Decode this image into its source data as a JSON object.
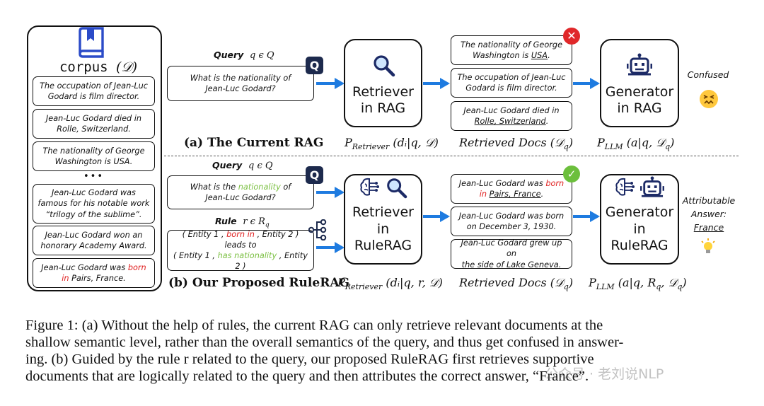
{
  "corpus": {
    "title": "corpus",
    "title_math": "(𝒟)",
    "docs": [
      [
        "The occupation of Jean-Luc",
        "Godard is film director."
      ],
      [
        "Jean-Luc Godard died in",
        "Rolle, Switzerland."
      ],
      [
        "The nationality of George",
        "Washington is USA."
      ],
      [
        "Jean-Luc Godard was",
        "famous for his notable work",
        "“trilogy of the sublime”."
      ],
      [
        "Jean-Luc Godard won an",
        "honorary Academy Award."
      ]
    ],
    "ellipsis": "•••",
    "last_doc": {
      "pre": "Jean-Luc Godard was ",
      "red1": "born",
      "br": "in",
      "post": " Pairs, France."
    }
  },
  "top": {
    "query_label": "Query",
    "query_math": "q ϵ Q",
    "query_text": [
      "What is the nationality of",
      "Jean-Luc Godard?"
    ],
    "retriever": "Retriever in RAG",
    "retrieved": {
      "d1": {
        "a": "The nationality of George",
        "b": "Washington is ",
        "u": "USA",
        "c": "."
      },
      "d2": [
        "The occupation of Jean-Luc",
        "Godard is film director."
      ],
      "d3": {
        "a": "Jean-Luc Godard died in",
        "u": "Rolle, Switzerland",
        "c": "."
      }
    },
    "generator": "Generator in RAG",
    "outcome": "Confused",
    "section_label": "(a) The Current RAG",
    "p_retriever": {
      "P": "P",
      "sub": "Retriever",
      "args": "(dᵢ|q, 𝒟)"
    },
    "retrieved_label": {
      "text": "Retrieved Docs",
      "math": "(𝒟",
      "sub": "q",
      "close": ")"
    },
    "p_llm": {
      "P": "P",
      "sub": "LLM",
      "args": "(a|q, 𝒟",
      "sub2": "q",
      "close": ")"
    }
  },
  "bottom": {
    "query_label": "Query",
    "query_math": "q ϵ Q",
    "query_text": {
      "a": "What is the ",
      "g": "nationality",
      "b": " of",
      "c": "Jean-Luc Godard?"
    },
    "rule_label": "Rule",
    "rule_math": "r ϵ R",
    "rule_math_sub": "q",
    "rule_text": {
      "l1a": "( Entity 1 , ",
      "l1r": "born in",
      "l1b": " , Entity 2 )",
      "l2": "leads  to",
      "l3a": "( Entity 1 , ",
      "l3g": "has nationality",
      "l3b": " , Entity 2 )"
    },
    "retriever": "Retriever in RuleRAG",
    "retrieved": {
      "d1": {
        "a": "Jean-Luc Godard was ",
        "r1": "born",
        "r2": "in",
        "u": "Pairs, France",
        "c": "."
      },
      "d2": [
        "Jean-Luc Godard was born",
        "on December 3, 1930."
      ],
      "d3": [
        "Jean-Luc Godard grew up on",
        "the side of Lake Geneva."
      ]
    },
    "generator": "Generator in RuleRAG",
    "outcome": [
      "Attributable",
      "Answer:"
    ],
    "answer": "France",
    "section_label": "(b) Our Proposed RuleRAG",
    "p_retriever": {
      "P": "P",
      "sub": "Retriever",
      "args": "(dᵢ|q, r, 𝒟)"
    },
    "retrieved_label": {
      "text": "Retrieved Docs",
      "math": "(𝒟",
      "sub": "q",
      "close": ")"
    },
    "p_llm": {
      "P": "P",
      "sub": "LLM",
      "args": "(a|q, R",
      "sub2": "q",
      "mid": ", 𝒟",
      "sub3": "q",
      "close": ")"
    }
  },
  "caption": [
    "Figure 1: (a) Without the help of rules, the current RAG can only retrieve relevant documents at the",
    "shallow semantic level, rather than the overall semantics of the query, and thus get confused in answer-",
    "ing. (b) Guided by the rule r related to the query, our proposed RuleRAG first retrieves supportive",
    "documents that are logically related to the query and then attributes the correct answer, “France”."
  ],
  "watermark": "公众号 · 老刘说NLP",
  "colors": {
    "arrow": "#1e7be0",
    "badge": "#1d2a4d",
    "robot": "#1c2a66",
    "red": "#e02020",
    "green": "#7cc043",
    "reject": "#e0282a",
    "accept": "#6cbf3c"
  },
  "icons": [
    "book-icon",
    "magnifier-icon",
    "robot-icon",
    "brain-icon",
    "query-badge-icon",
    "rule-tree-icon",
    "reject-icon",
    "accept-icon",
    "confused-emoji-icon",
    "lightbulb-icon",
    "arrow-icon"
  ]
}
